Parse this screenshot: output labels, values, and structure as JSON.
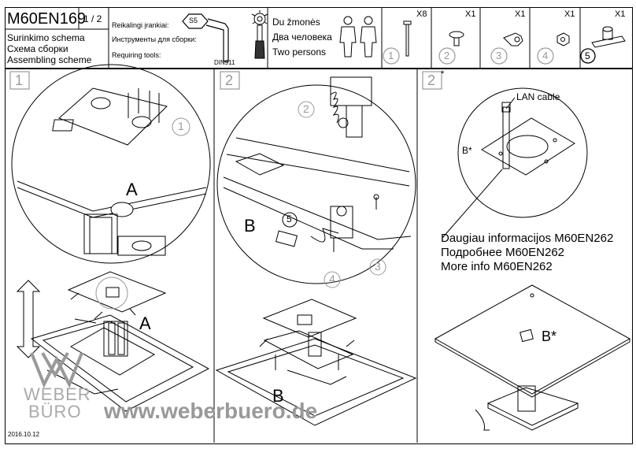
{
  "header": {
    "model": "M60EN169",
    "page": "1 / 2",
    "titles": [
      "Surinkimo schema",
      "Схема сборки",
      "Assembling scheme"
    ],
    "tools_labels": [
      "Reikalingi įrankiai:",
      "Инструменты для сборки:",
      "Requiring tools:"
    ],
    "tool_s5": "S5",
    "tool_din": "DIN911",
    "persons_labels": [
      "Du žmonės",
      "Два человека",
      "Two persons"
    ]
  },
  "parts": [
    {
      "number": "1",
      "qty": "X8"
    },
    {
      "number": "2",
      "qty": "X1"
    },
    {
      "number": "3",
      "qty": "X1"
    },
    {
      "number": "4",
      "qty": "X1"
    },
    {
      "number": "5",
      "qty": "X1"
    }
  ],
  "steps": {
    "step1": "1",
    "step2": "2",
    "step2b": "2",
    "step2b_mark": "*"
  },
  "callouts": {
    "a_upper": "A",
    "a_lower": "A",
    "b_upper": "B",
    "b_lower": "B",
    "b_star_small": "B*",
    "b_star_large": "B*",
    "lan_cable": "LAN cable",
    "circle_1": "1",
    "circle_2": "2",
    "circle_3": "3",
    "circle_4": "4",
    "circle_5": "5"
  },
  "more_info": [
    "Daugiau informacijos M60EN262",
    "Подробнее M60EN262",
    "More info M60EN262"
  ],
  "brand": {
    "line1": "WEBER",
    "line2": "BÜRO",
    "url": "www.weberbuero.de"
  },
  "date": "2016.10.12"
}
